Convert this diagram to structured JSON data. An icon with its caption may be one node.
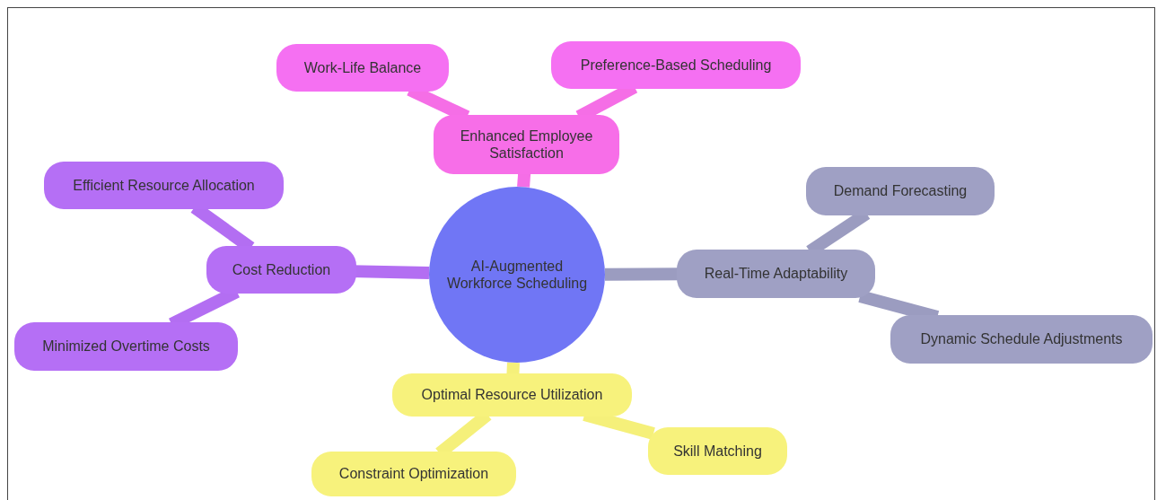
{
  "diagram": {
    "nodes": [
      {
        "text": [
          "AI-Augmented Workforce Scheduling"
        ]
      },
      {
        "text": [
          "Enhanced Employee Satisfaction"
        ]
      },
      {
        "text": [
          "Work-Life Balance"
        ]
      },
      {
        "text": [
          "Preference-Based Scheduling"
        ]
      },
      {
        "text": [
          "Real-Time Adaptability"
        ]
      },
      {
        "text": [
          "Demand Forecasting"
        ]
      },
      {
        "text": [
          "Dynamic Schedule Adjustments"
        ]
      },
      {
        "text": [
          "Optimal Resource Utilization"
        ]
      },
      {
        "text": [
          "Constraint Optimization"
        ]
      },
      {
        "text": [
          "Skill Matching"
        ]
      },
      {
        "text": [
          "Cost Reduction"
        ]
      },
      {
        "text": [
          "Efficient Resource Allocation"
        ]
      },
      {
        "text": [
          "Minimized Overtime Costs"
        ]
      }
    ],
    "edges": [
      {
        "from": 0,
        "to": 1,
        "arrow": "none",
        "color": "#f56ee6"
      },
      {
        "from": 1,
        "to": 2,
        "arrow": "none",
        "color": "#f56ee6"
      },
      {
        "from": 1,
        "to": 3,
        "arrow": "none",
        "color": "#f56ee6"
      },
      {
        "from": 0,
        "to": 4,
        "arrow": "none",
        "color": "#9b9cc0"
      },
      {
        "from": 4,
        "to": 5,
        "arrow": "none",
        "color": "#9b9cc0"
      },
      {
        "from": 4,
        "to": 6,
        "arrow": "none",
        "color": "#9b9cc0"
      },
      {
        "from": 0,
        "to": 7,
        "arrow": "none",
        "color": "#f5f07a"
      },
      {
        "from": 7,
        "to": 8,
        "arrow": "none",
        "color": "#f5f07a"
      },
      {
        "from": 7,
        "to": 9,
        "arrow": "none",
        "color": "#f5f07a"
      },
      {
        "from": 0,
        "to": 10,
        "arrow": "none",
        "color": "#b36ef2"
      },
      {
        "from": 10,
        "to": 11,
        "arrow": "none",
        "color": "#b36ef2"
      },
      {
        "from": 10,
        "to": 12,
        "arrow": "none",
        "color": "#b36ef2"
      }
    ]
  }
}
